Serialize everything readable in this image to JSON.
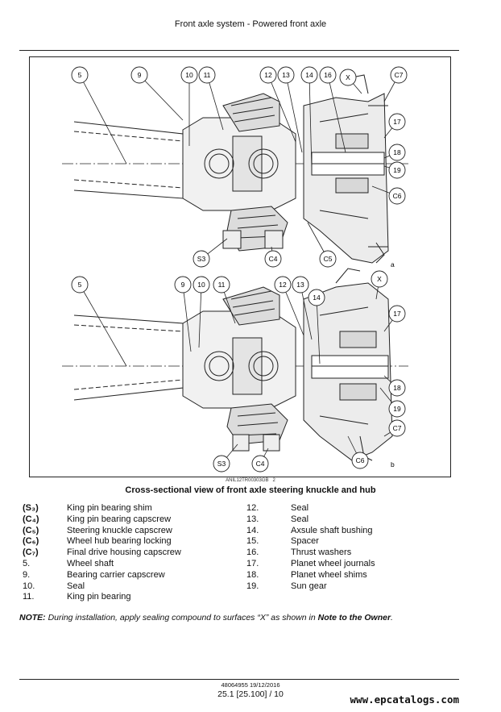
{
  "header": {
    "title": "Front axle system - Powered front axle"
  },
  "figure": {
    "view_a": {
      "label": "a",
      "callouts": [
        "5",
        "9",
        "10",
        "11",
        "12",
        "13",
        "14",
        "16",
        "X",
        "C7",
        "17",
        "18",
        "19",
        "C6",
        "S3",
        "C4",
        "C5"
      ]
    },
    "view_b": {
      "label": "b",
      "callouts": [
        "5",
        "9",
        "10",
        "11",
        "12",
        "13",
        "14",
        "X",
        "17",
        "18",
        "19",
        "C7",
        "S3",
        "C4",
        "C6"
      ]
    },
    "code": "ANIL12TR00303GB",
    "code_num": "2",
    "caption": "Cross-sectional view of front axle steering knuckle and hub"
  },
  "legend_left": [
    {
      "code": "(S₃)",
      "desc": "King pin bearing shim"
    },
    {
      "code": "(C₄)",
      "desc": "King pin bearing capscrew"
    },
    {
      "code": "(C₅)",
      "desc": "Steering knuckle capscrew"
    },
    {
      "code": "(C₆)",
      "desc": "Wheel hub bearing locking"
    },
    {
      "code": "(C₇)",
      "desc": "Final drive housing capscrew"
    },
    {
      "code": "5.",
      "desc": "Wheel shaft"
    },
    {
      "code": "9.",
      "desc": "Bearing carrier capscrew"
    },
    {
      "code": "10.",
      "desc": "Seal"
    },
    {
      "code": "11.",
      "desc": "King pin bearing"
    }
  ],
  "legend_right": [
    {
      "code": "12.",
      "desc": "Seal"
    },
    {
      "code": "13.",
      "desc": "Seal"
    },
    {
      "code": "14.",
      "desc": "Axsule shaft bushing"
    },
    {
      "code": "15.",
      "desc": "Spacer"
    },
    {
      "code": "16.",
      "desc": "Thrust washers"
    },
    {
      "code": "17.",
      "desc": "Planet wheel journals"
    },
    {
      "code": "18.",
      "desc": "Planet wheel shims"
    },
    {
      "code": "19.",
      "desc": "Sun gear"
    }
  ],
  "note": {
    "label": "NOTE:",
    "text": " During installation, apply sealing compound to surfaces “X” as shown in ",
    "link": "Note to the Owner",
    "end": "."
  },
  "footer": {
    "doc": "48064955 19/12/2016",
    "page": "25.1 [25.100] / 10"
  },
  "watermark": "www.epcatalogs.com"
}
